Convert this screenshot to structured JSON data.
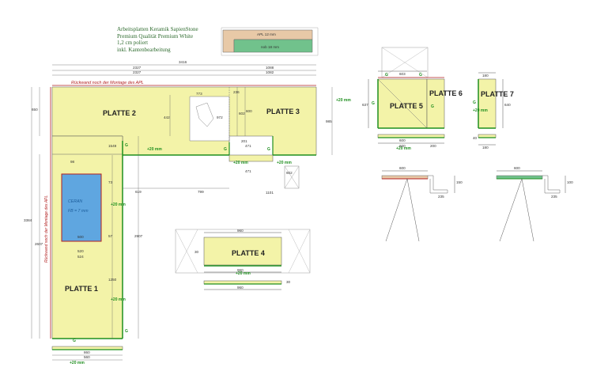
{
  "info": {
    "line1": "Arbeitsplatten Keramik SapienStone",
    "line2": "Premium Qualität Premium White",
    "line3": "1,2 cm poliert",
    "line4": "inkl. Kantenbearbeitung"
  },
  "legend": {
    "apl": "APL 12 mm",
    "nob": "nob 18 mm"
  },
  "plates": {
    "p1": "PLATTE 1",
    "p2": "PLATTE 2",
    "p3": "PLATTE 3",
    "p4": "PLATTE 4",
    "p5": "PLATTE 5",
    "p6": "PLATTE 6",
    "p7": "PLATTE 7"
  },
  "notes": {
    "back_top": "Rückwand noch der Montage des APL",
    "back_left": "Rückwand noch der Montage des APL"
  },
  "ceran": {
    "name": "CERAN",
    "fb": "FB = 7 mm"
  },
  "edge_plus20": "+20 mm",
  "edge_g": "G",
  "dims": {
    "d3416": "3416",
    "d2327a": "2327",
    "d2327b": "2327",
    "d1088": "1088",
    "d1082": "1082",
    "d773": "773",
    "d442": "442",
    "d650a": "650",
    "d972": "972",
    "d602a": "602",
    "d236": "236",
    "d600": "600",
    "d985": "985",
    "d1549": "1549",
    "d201": "201",
    "d471a": "471",
    "d471b": "471",
    "d602b": "602",
    "d1101": "1101",
    "d619": "619",
    "d799": "799",
    "d98": "98",
    "d73": "73",
    "d57": "57",
    "d3384": "3384",
    "d2607": "2607",
    "d2907": "2907",
    "d1250": "1250",
    "d520": "520",
    "d524": "524",
    "d500": "500",
    "d860": "860",
    "d560": "560",
    "d960a": "960",
    "d960b": "960",
    "d960c": "960",
    "d30a": "30",
    "d30b": "30",
    "d603": "603",
    "d600b": "600",
    "d600c": "600",
    "d637": "637",
    "d200": "200",
    "d180a": "180",
    "d180b": "180",
    "d640": "640",
    "d40": "40",
    "d600s": "600",
    "d235a": "235",
    "d235b": "235",
    "d150": "150",
    "d100": "100",
    "d600s2": "600"
  },
  "colors": {
    "plate": "#f3f3a8",
    "edge": "#1f8f1f",
    "back": "#b21f1f",
    "ceran": "#5fa6e0",
    "legend_top": "#e8c9a7",
    "legend_bottom": "#71c28c"
  }
}
